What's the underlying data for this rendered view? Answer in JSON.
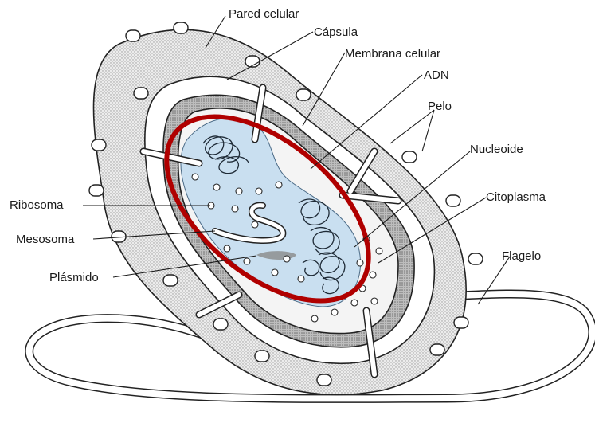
{
  "labels": {
    "pared_celular": "Pared celular",
    "capsula": "Cápsula",
    "membrana_celular": "Membrana celular",
    "adn": "ADN",
    "pelo": "Pelo",
    "nucleoide": "Nucleoide",
    "citoplasma": "Citoplasma",
    "flagelo": "Flagelo",
    "ribosoma": "Ribosoma",
    "mesosoma": "Mesosoma",
    "plasmido": "Plásmido"
  },
  "colors": {
    "highlight_ellipse": "#b00000",
    "nucleoid_fill": "#c9dff0",
    "capsule_fill": "#e6e6e6",
    "wall_fill": "#cfcfcf"
  }
}
